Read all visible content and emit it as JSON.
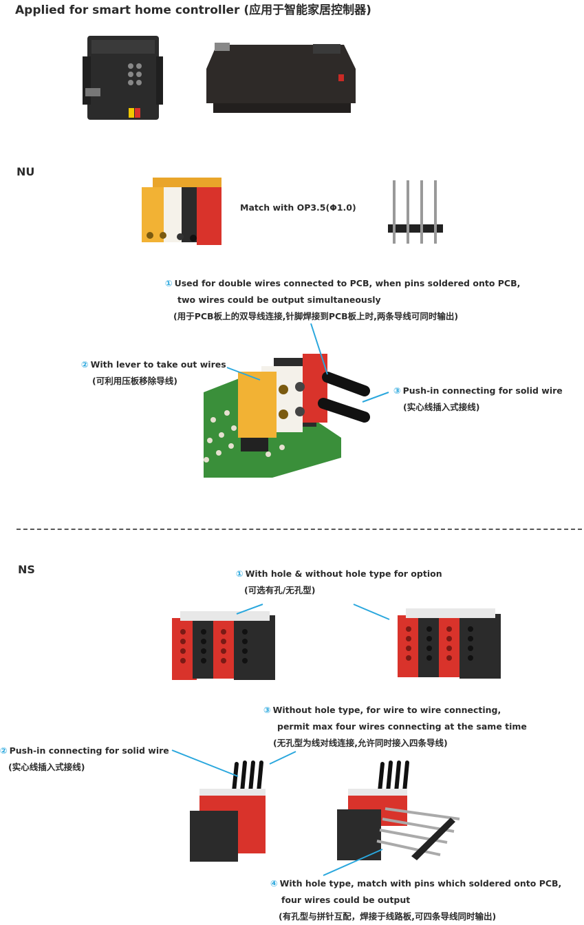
{
  "header": {
    "title": "Applied for smart home controller (应用于智能家居控制器)"
  },
  "sections": {
    "nu": "NU",
    "ns": "NS"
  },
  "nu": {
    "match_label": "Match with OP3.5(Φ1.0)",
    "callout1": {
      "num": "①",
      "line1": "Used for double wires connected to PCB, when pins soldered onto PCB,",
      "line2": "two wires could be output simultaneously",
      "line3": "(用于PCB板上的双导线连接,针脚焊接到PCB板上时,两条导线可同时输出)"
    },
    "callout2": {
      "num": "②",
      "line1": "With lever to take out wires",
      "line2": "(可利用压板移除导线)"
    },
    "callout3": {
      "num": "③",
      "line1": "Push-in connecting for solid wire",
      "line2": "(实心线插入式接线)"
    }
  },
  "ns": {
    "callout1": {
      "num": "①",
      "line1": "With hole & without hole type for option",
      "line2": "(可选有孔/无孔型)"
    },
    "callout2": {
      "num": "②",
      "line1": "Push-in connecting for solid wire",
      "line2": "(实心线插入式接线)"
    },
    "callout3": {
      "num": "③",
      "line1": "Without hole type, for wire to wire connecting,",
      "line2": "permit max four wires connecting at the same time",
      "line3": "(无孔型为线对线连接,允许同时接入四条导线)"
    },
    "callout4": {
      "num": "④",
      "line1": "With hole type, match with pins which soldered onto PCB,",
      "line2": "four wires could be output",
      "line3": "(有孔型与拼针互配，焊接于线路板,可四条导线同时输出)"
    }
  },
  "colors": {
    "accent": "#2aa7dd",
    "red": "#d9332b",
    "black": "#2a2a2a",
    "yellow": "#f2b234",
    "pcb": "#3a8f3a"
  }
}
